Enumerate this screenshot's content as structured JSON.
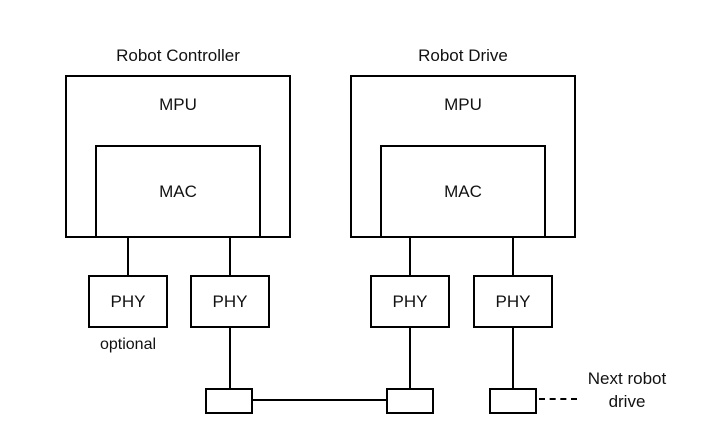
{
  "diagram": {
    "controller": {
      "title": "Robot Controller",
      "mpu": "MPU",
      "mac": "MAC",
      "phy1": "PHY",
      "phy2": "PHY",
      "optional_label": "optional"
    },
    "drive": {
      "title": "Robot Drive",
      "mpu": "MPU",
      "mac": "MAC",
      "phy1": "PHY",
      "phy2": "PHY"
    },
    "next_drive": {
      "line1": "Next robot",
      "line2": "drive"
    },
    "colors": {
      "border": "#000000",
      "background": "#ffffff",
      "text": "#111111"
    }
  }
}
